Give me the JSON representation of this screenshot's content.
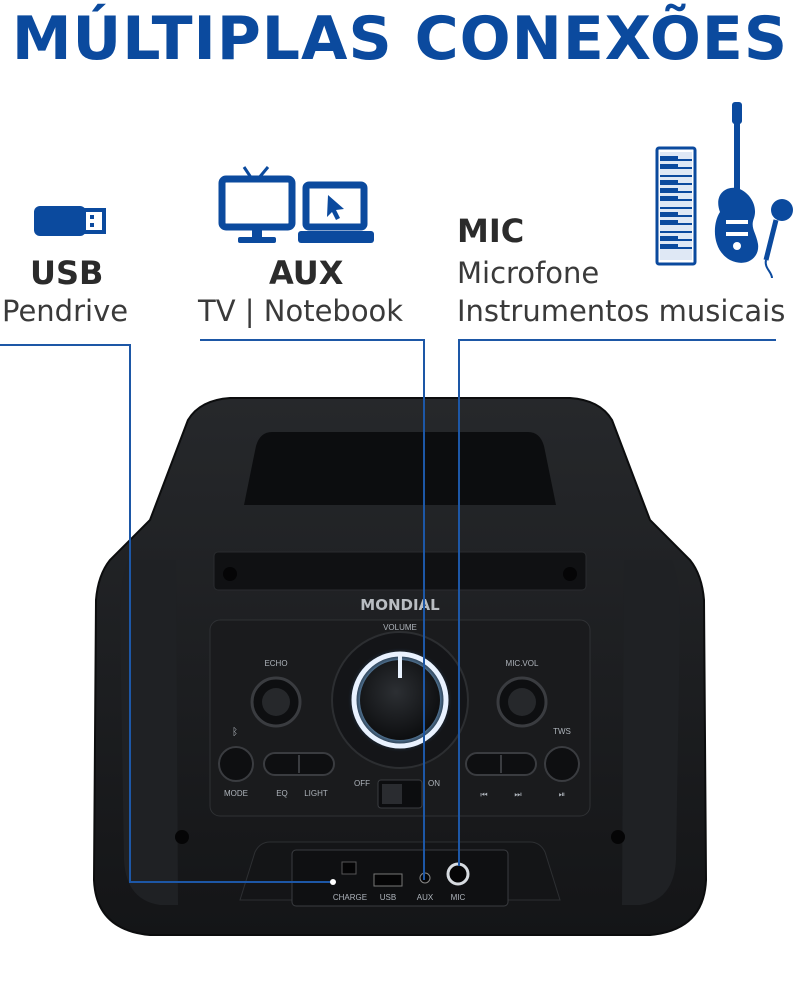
{
  "header": {
    "title": "MÚLTIPLAS CONEXÕES"
  },
  "connections": {
    "usb": {
      "title": "USB",
      "subtitle": "Pendrive",
      "icon": "usb-stick-icon"
    },
    "aux": {
      "title": "AUX",
      "subtitle": "TV | Notebook",
      "icon": "tv-laptop-icon"
    },
    "mic": {
      "title": "MIC",
      "line1": "Microfone",
      "line2": "Instrumentos musicais",
      "icon": "keyboard-guitar-mic-icon"
    }
  },
  "device": {
    "brand": "MONDIAL",
    "labels": {
      "volume": "VOLUME",
      "echo": "ECHO",
      "mic_vol": "MIC.VOL",
      "mode": "MODE",
      "eq": "EQ",
      "light": "LIGHT",
      "off": "OFF",
      "on": "ON",
      "tws": "TWS",
      "charge": "CHARGE",
      "usb_port": "USB",
      "aux_port": "AUX",
      "mic_port": "MIC"
    }
  },
  "colors": {
    "accent": "#0b4a9e",
    "line": "#1d57a6",
    "body": "#1b1c1e"
  }
}
